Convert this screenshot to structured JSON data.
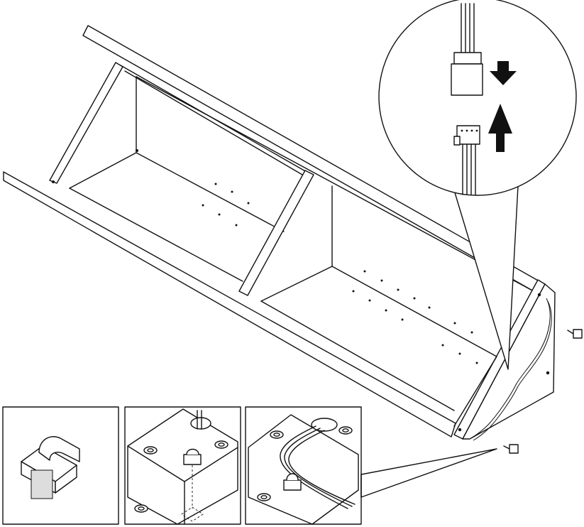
{
  "illustration": {
    "kind": "assembly-instruction",
    "main_view": "cabinet-frame-with-cable",
    "callouts": [
      {
        "name": "connector-detail",
        "icons": [
          "connector-plug-icon",
          "arrow-down-icon",
          "connector-socket-icon",
          "arrow-up-icon"
        ]
      },
      {
        "name": "cable-clip-detail",
        "icons": [
          "cable-clip-icon"
        ]
      },
      {
        "name": "clip-placement-detail",
        "icons": [
          "cable-clip-icon",
          "cam-lock-icon"
        ]
      },
      {
        "name": "cable-routing-detail",
        "icons": [
          "cable-clip-icon",
          "cam-lock-icon"
        ]
      }
    ],
    "colors": {
      "line": "#111111",
      "background": "#ffffff"
    }
  }
}
